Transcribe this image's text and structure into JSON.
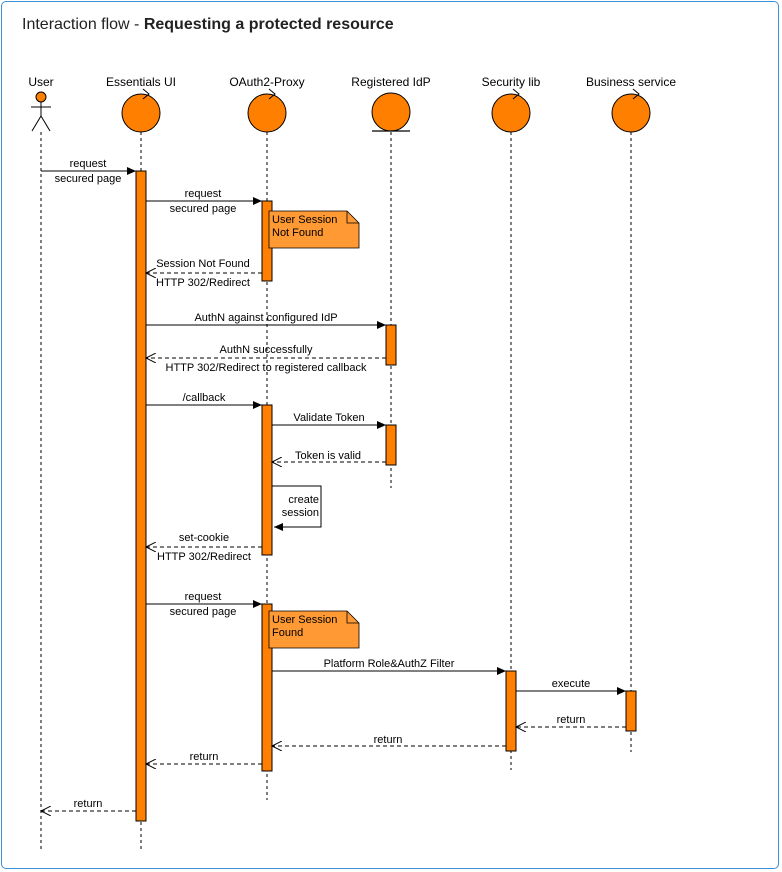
{
  "title": {
    "prefix": "Interaction flow - ",
    "main": "Requesting a protected resource"
  },
  "colors": {
    "accent": "#ff8000",
    "frame": "#3b8fd6",
    "note_fill": "#ff9933"
  },
  "participants": [
    {
      "id": "user",
      "label": "User",
      "kind": "actor-icon"
    },
    {
      "id": "ui",
      "label": "Essentials UI",
      "kind": "control-icon"
    },
    {
      "id": "proxy",
      "label": "OAuth2-Proxy",
      "kind": "control-icon"
    },
    {
      "id": "idp",
      "label": "Registered IdP",
      "kind": "entity-icon"
    },
    {
      "id": "sec",
      "label": "Security lib",
      "kind": "control-icon"
    },
    {
      "id": "biz",
      "label": "Business service",
      "kind": "control-icon"
    }
  ],
  "messages": [
    {
      "from": "user",
      "to": "ui",
      "type": "sync",
      "lines": [
        "request",
        "secured page"
      ]
    },
    {
      "from": "ui",
      "to": "proxy",
      "type": "sync",
      "lines": [
        "request",
        "secured page"
      ]
    },
    {
      "from": "proxy",
      "to": "ui",
      "type": "return",
      "lines": [
        "Session Not Found",
        "HTTP 302/Redirect"
      ]
    },
    {
      "from": "ui",
      "to": "idp",
      "type": "sync",
      "lines": [
        "AuthN against configured IdP"
      ]
    },
    {
      "from": "idp",
      "to": "ui",
      "type": "return",
      "lines": [
        "AuthN successfully",
        "HTTP 302/Redirect to registered callback"
      ]
    },
    {
      "from": "ui",
      "to": "proxy",
      "type": "sync",
      "lines": [
        "/callback"
      ]
    },
    {
      "from": "proxy",
      "to": "idp",
      "type": "sync",
      "lines": [
        "Validate Token"
      ]
    },
    {
      "from": "idp",
      "to": "proxy",
      "type": "return",
      "lines": [
        "Token is valid"
      ]
    },
    {
      "from": "proxy",
      "to": "proxy",
      "type": "self",
      "lines": [
        "create",
        "session"
      ]
    },
    {
      "from": "proxy",
      "to": "ui",
      "type": "return",
      "lines": [
        "set-cookie",
        "HTTP 302/Redirect"
      ]
    },
    {
      "from": "ui",
      "to": "proxy",
      "type": "sync",
      "lines": [
        "request",
        "secured page"
      ]
    },
    {
      "from": "proxy",
      "to": "sec",
      "type": "sync",
      "lines": [
        "Platform Role&AuthZ Filter"
      ]
    },
    {
      "from": "sec",
      "to": "biz",
      "type": "sync",
      "lines": [
        "execute"
      ]
    },
    {
      "from": "biz",
      "to": "sec",
      "type": "return",
      "lines": [
        "return"
      ]
    },
    {
      "from": "sec",
      "to": "proxy",
      "type": "return",
      "lines": [
        "return"
      ]
    },
    {
      "from": "proxy",
      "to": "ui",
      "type": "return",
      "lines": [
        "return"
      ]
    },
    {
      "from": "ui",
      "to": "user",
      "type": "return",
      "lines": [
        "return"
      ]
    }
  ],
  "notes": [
    {
      "lines": [
        "User Session",
        "Not Found"
      ]
    },
    {
      "lines": [
        "User Session",
        "Found"
      ]
    }
  ]
}
